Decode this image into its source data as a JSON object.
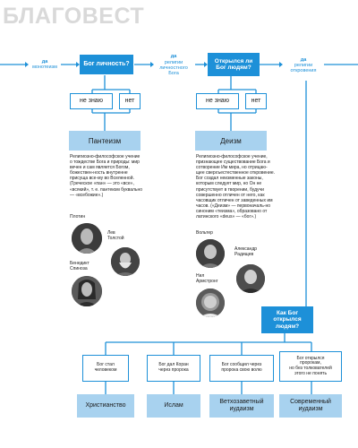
{
  "watermark": "БЛАГОВЕСТ",
  "top_row": {
    "yes_monotheism": [
      "да",
      "монотеизм"
    ],
    "q_personal": "Бог личность?",
    "yes_personal_god": [
      "да",
      "религии",
      "личностного",
      "Бога"
    ],
    "q_revealed": [
      "Открылся ли",
      "Бог людям?"
    ],
    "yes_revelation": [
      "да",
      "религии",
      "откровения"
    ]
  },
  "second_row": {
    "dont_know_1": "не знаю",
    "no_1": "нет",
    "dont_know_2": "не знаю",
    "no_2": "нет"
  },
  "pantheism": {
    "title": "Пантеизм",
    "text": "Религиозно-философское учение о тождестве Бога и природы: мир вечен и сам является Богом, божествен-ность внутренне присуща все-му во Вселенной. (Греческое «пан» — это «все», «всякий», т. е. пантеизм буквально — «всебожие».)",
    "people": {
      "plotinus": "Плотин",
      "tolstoy": [
        "Лев",
        "Толстой"
      ],
      "spinoza": [
        "Бенедикт",
        "Спиноза"
      ]
    }
  },
  "deism": {
    "title": "Деизм",
    "text": "Религиозно-философское учение, признающее существование Бога и сотворение Им мира, но отрицаю-щее сверхъестественное откровение. Бог создал неизменные законы, которым следует мир, но Он не присутствует в творении, будучи совершенно отличен от него, как часовщик отличен от заведенных им часов. («Деизм» — первоначаль-но синоним «теизма», образовано от латинского «deus» — «бог».)",
    "people": {
      "voltaire": "Вольтер",
      "radishchev": [
        "Александр",
        "Радищев"
      ],
      "armstrong": [
        "Нил",
        "Армстронг"
      ]
    }
  },
  "q_how": [
    "Как Бог",
    "открылся",
    "людям?"
  ],
  "branches": [
    {
      "answer": [
        "Бог стал",
        "человеком"
      ],
      "religion": "Христианство"
    },
    {
      "answer": [
        "Бог дал Коран",
        "через пророка"
      ],
      "religion": "Ислам"
    },
    {
      "answer": [
        "Бог сообщил через",
        "пророка свою волю"
      ],
      "religion": [
        "Ветхозаветный",
        "иудаизм"
      ]
    },
    {
      "answer": [
        "Бог открылся",
        "пророкам,",
        "но без толкователей",
        "этого не понять"
      ],
      "religion": [
        "Современный",
        "иудаизм"
      ]
    }
  ],
  "colors": {
    "blue": "#1d90d8",
    "light_blue": "#a8d2ef"
  }
}
